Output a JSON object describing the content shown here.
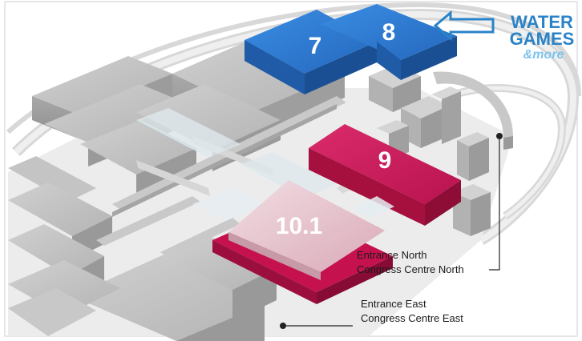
{
  "halls": [
    {
      "id": "hall-7",
      "label": "7",
      "color": "#2f7fd6"
    },
    {
      "id": "hall-8",
      "label": "8",
      "color": "#2f7fd6"
    },
    {
      "id": "hall-9",
      "label": "9",
      "color": "#d2195e"
    },
    {
      "id": "hall-10-1",
      "label": "10.1",
      "color": "#d2195e"
    }
  ],
  "annotations": {
    "north_line1": "Entrance North",
    "north_line2": "Congress Centre North",
    "east_line1": "Entrance East",
    "east_line2": "Congress Centre East"
  },
  "logo": {
    "line1": "WATER",
    "line2": "GAMES",
    "line3": "&more",
    "color": "#2a83c8",
    "accent": "#7ec3ec"
  },
  "colors": {
    "building_gray": "#b9b9b9",
    "hall_blue": "#2f7fd6",
    "hall_pink": "#d2195e",
    "hall_light_pink": "#e8c8d0"
  }
}
